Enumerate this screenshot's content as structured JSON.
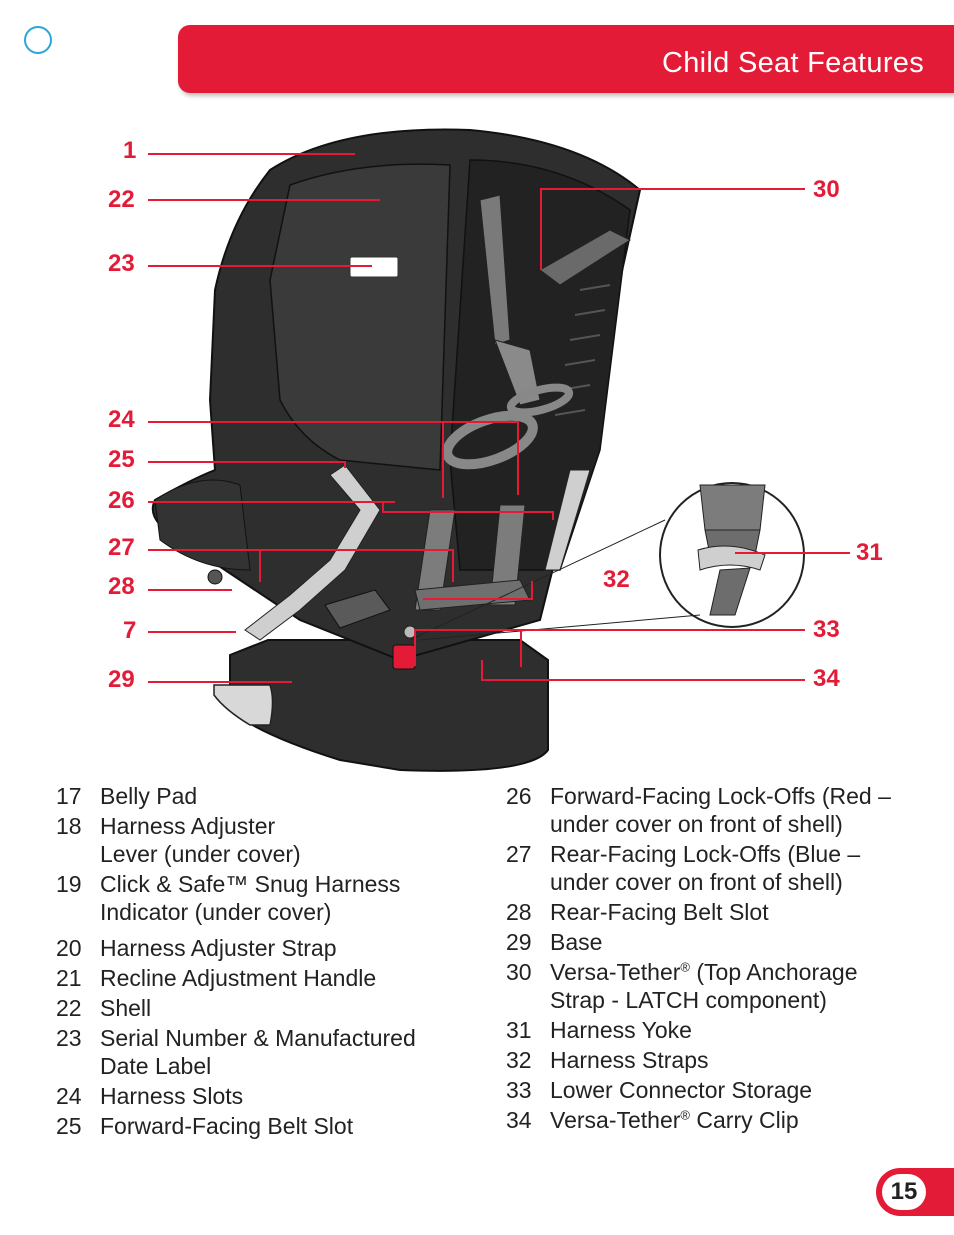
{
  "header": {
    "title": "Child Seat Features"
  },
  "page_number": "15",
  "callouts": {
    "c1": "1",
    "c22": "22",
    "c23": "23",
    "c24": "24",
    "c25": "25",
    "c26": "26",
    "c27": "27",
    "c28": "28",
    "c7": "7",
    "c29": "29",
    "c30": "30",
    "c31": "31",
    "c32": "32",
    "c33": "33",
    "c34": "34"
  },
  "features_left": [
    {
      "num": "17",
      "text": "Belly Pad"
    },
    {
      "num": "18",
      "text": "Harness Adjuster Lever (under cover)"
    },
    {
      "num": "19",
      "text": "Click & Safe™ Snug Harness Indicator (under cover)"
    },
    {
      "num": "20",
      "text": "Harness Adjuster Strap"
    },
    {
      "num": "21",
      "text": "Recline Adjustment Handle"
    },
    {
      "num": "22",
      "text": "Shell"
    },
    {
      "num": "23",
      "text": "Serial Number & Manufactured Date Label"
    },
    {
      "num": "24",
      "text": "Harness Slots"
    },
    {
      "num": "25",
      "text": "Forward-Facing Belt Slot"
    }
  ],
  "features_right": [
    {
      "num": "26",
      "text": "Forward-Facing Lock-Offs (Red – under cover on front of shell)"
    },
    {
      "num": "27",
      "text": "Rear-Facing Lock-Offs (Blue – under cover on front of shell)"
    },
    {
      "num": "28",
      "text": "Rear-Facing Belt Slot"
    },
    {
      "num": "29",
      "text": "Base"
    },
    {
      "num": "30",
      "text_a": "Versa-Tether",
      "sup": "®",
      "text_b": " (Top Anchorage Strap - LATCH component)"
    },
    {
      "num": "31",
      "text": "Harness Yoke"
    },
    {
      "num": "32",
      "text": "Harness Straps"
    },
    {
      "num": "33",
      "text": "Lower Connector Storage"
    },
    {
      "num": "34",
      "text_a": "Versa-Tether",
      "sup": "®",
      "text_b": " Carry Clip"
    }
  ],
  "colors": {
    "accent": "#e31b37",
    "circle": "#2ba6d6",
    "seat": "#2e2e2e"
  }
}
